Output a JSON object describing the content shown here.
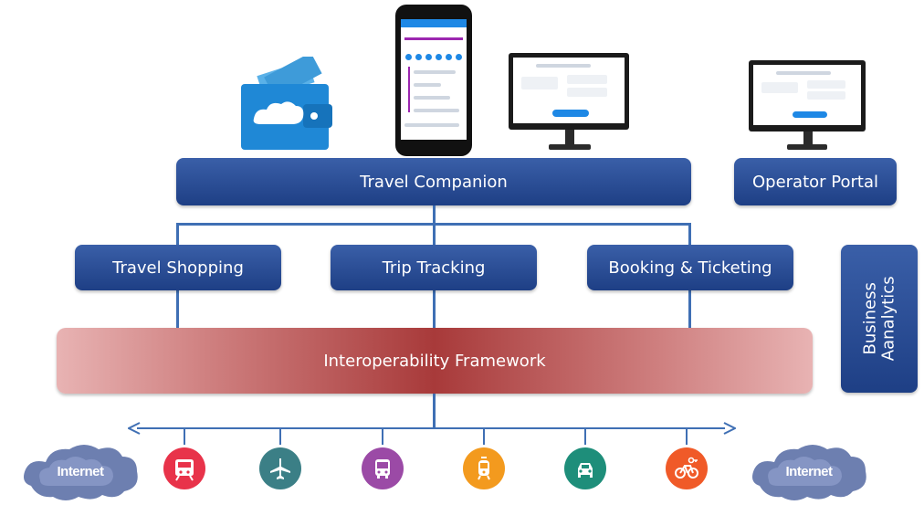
{
  "top": {
    "travel_companion": "Travel Companion",
    "operator_portal": "Operator Portal"
  },
  "services": {
    "travel_shopping": "Travel Shopping",
    "trip_tracking": "Trip Tracking",
    "booking_ticketing": "Booking & Ticketing"
  },
  "analytics": {
    "line1": "Business",
    "line2": "Aanalytics"
  },
  "framework": {
    "label": "Interoperability Framework"
  },
  "bottom": {
    "internet_left": "Internet",
    "internet_right": "Internet",
    "icons": [
      "train-icon",
      "plane-icon",
      "bus-icon",
      "tram-icon",
      "car-icon",
      "bike-key-icon"
    ]
  },
  "colors": {
    "box_blue": "#1e3f85",
    "connector": "#3f6fb4",
    "framework_center": "#a83a3a",
    "train": "#e8334a",
    "plane": "#3b7f86",
    "bus": "#9b4aa6",
    "tram": "#f39a1e",
    "car": "#1e8e7a",
    "bike": "#f05a28"
  }
}
